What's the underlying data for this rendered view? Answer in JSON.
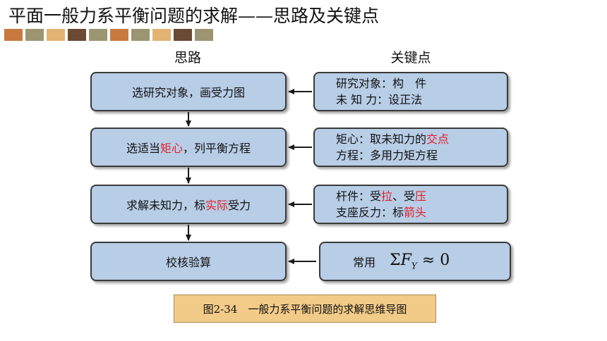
{
  "title": "平面一般力系平衡问题的求解——思路及关键点",
  "swatches": [
    "#c87a3e",
    "#9b9572",
    "#e3b373",
    "#6a4a34",
    "#9b9572",
    "#c87a3e",
    "#9b9572",
    "#e3b373",
    "#6a4a34",
    "#9b9572"
  ],
  "headers": {
    "left": "思路",
    "right": "关键点"
  },
  "steps": [
    {
      "text": "选研究对象，画受力图"
    },
    {
      "pre": "选适当",
      "hl": "矩心",
      "post": "，列平衡方程"
    },
    {
      "pre": "求解未知力，标",
      "hl": "实际",
      "post": "受力"
    },
    {
      "text": "校核验算"
    }
  ],
  "keys": {
    "k1": {
      "line1": "研究对象：构　件",
      "line2": "未 知 力：设正法"
    },
    "k2": {
      "l1_pre": "矩心：取未知力的",
      "l1_hl": "交点",
      "l2": "方程：多用力矩方程"
    },
    "k3": {
      "l1_pre": "杆件：受",
      "l1_hl1": "拉",
      "l1_mid": "、受",
      "l1_hl2": "压",
      "l2_pre": "支座反力：标",
      "l2_hl": "箭头"
    },
    "k4": {
      "label": "常用",
      "sigma": "Σ",
      "F": "F",
      "sub": "Y",
      "op": "≈",
      "zero": "0"
    }
  },
  "caption": "图2-34　一般力系平衡问题的求解思维导图"
}
